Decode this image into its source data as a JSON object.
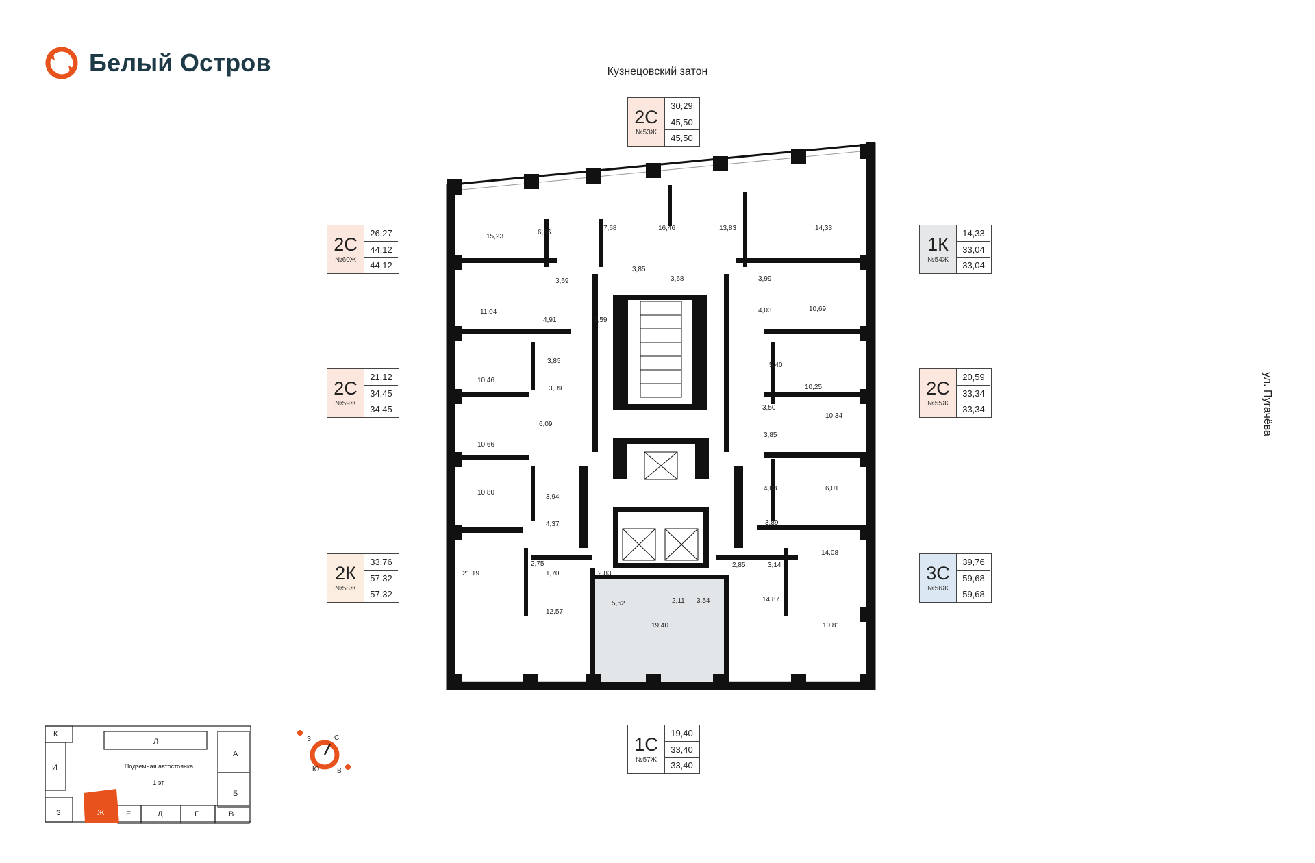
{
  "brand": {
    "name": "Белый Остров",
    "logo_icon": "white-island-logo-icon",
    "color": "#e8521c"
  },
  "streets": {
    "top": "Кузнецовский затон",
    "right": "ул. Пугачёва"
  },
  "apartments": {
    "a53": {
      "type": "2С",
      "number": "№53Ж",
      "areas": [
        "30,29",
        "45,50",
        "45,50"
      ]
    },
    "a60": {
      "type": "2С",
      "number": "№60Ж",
      "areas": [
        "26,27",
        "44,12",
        "44,12"
      ]
    },
    "a54": {
      "type": "1К",
      "number": "№54Ж",
      "areas": [
        "14,33",
        "33,04",
        "33,04"
      ]
    },
    "a59": {
      "type": "2С",
      "number": "№59Ж",
      "areas": [
        "21,12",
        "34,45",
        "34,45"
      ]
    },
    "a55": {
      "type": "2С",
      "number": "№55Ж",
      "areas": [
        "20,59",
        "33,34",
        "33,34"
      ]
    },
    "a58": {
      "type": "2К",
      "number": "№58Ж",
      "areas": [
        "33,76",
        "57,32",
        "57,32"
      ]
    },
    "a56": {
      "type": "3С",
      "number": "№56Ж",
      "areas": [
        "39,76",
        "59,68",
        "59,68"
      ]
    },
    "a57": {
      "type": "1С",
      "number": "№57Ж",
      "areas": [
        "19,40",
        "33,40",
        "33,40"
      ]
    }
  },
  "rooms": [
    "15,23",
    "6,66",
    "7,68",
    "16,46",
    "13,83",
    "14,33",
    "3,69",
    "3,85",
    "3,68",
    "3,99",
    "11,04",
    "4,91",
    "2,59",
    "4,03",
    "10,69",
    "3,85",
    "10,46",
    "3,39",
    "5,40",
    "10,25",
    "6,09",
    "3,50",
    "10,34",
    "10,66",
    "3,85",
    "10,80",
    "3,94",
    "4,03",
    "6,01",
    "4,37",
    "3,89",
    "2,75",
    "2,83",
    "2,85",
    "3,14",
    "21,19",
    "1,70",
    "14,08",
    "5,52",
    "2,11",
    "3,54",
    "14,87",
    "12,57",
    "19,40",
    "10,81"
  ],
  "minimap": {
    "title": "Подземная автостоянка",
    "sub": "1 эт.",
    "sections": [
      "К",
      "Л",
      "А",
      "И",
      "Б",
      "З",
      "Ж",
      "Е",
      "Д",
      "Г",
      "В"
    ],
    "highlight_color": "#e8521c"
  },
  "compass": {
    "north": "С",
    "south": "Ю",
    "east": "В",
    "west": "З"
  },
  "colors": {
    "accent": "#e8521c",
    "wall": "#111111",
    "selected_apartment": "#e3e6e9"
  }
}
